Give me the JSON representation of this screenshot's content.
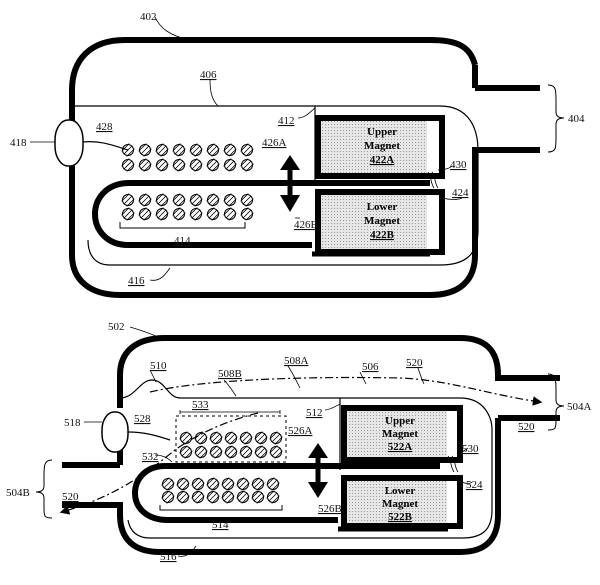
{
  "fig1": {
    "housing_ref": "402",
    "port_ref": "404",
    "channel_ref": "406",
    "plug_ref": "418",
    "coil_ref": "428",
    "wall_ref": "412",
    "arrow_up_ref": "426A",
    "arrow_down_ref": "426B",
    "gap_ref": "430",
    "core_ref": "424",
    "coil_group_ref": "414",
    "base_ref": "416",
    "upper_magnet": {
      "line1": "Upper",
      "line2": "Magnet",
      "ref": "422A"
    },
    "lower_magnet": {
      "line1": "Lower",
      "line2": "Magnet",
      "ref": "422B"
    }
  },
  "fig2": {
    "housing_ref": "502",
    "flap_ref": "510",
    "path_b_ref": "508B",
    "path_a_ref": "508A",
    "channel_ref": "506",
    "flow_ref": "520",
    "flow_ref_right": "520",
    "flow_ref_left": "520",
    "port_a_ref": "504A",
    "port_b_ref": "504B",
    "plug_ref": "518",
    "coil_ref": "528",
    "region_ref": "533",
    "wall_ref": "512",
    "arrow_up_ref": "526A",
    "arrow_down_ref": "526B",
    "gap_ref": "530",
    "core_ref": "524",
    "inlet_ref": "532",
    "coil_group_ref": "514",
    "base_ref": "516",
    "upper_magnet": {
      "line1": "Upper",
      "line2": "Magnet",
      "ref": "522A"
    },
    "lower_magnet": {
      "line1": "Lower",
      "line2": "Magnet",
      "ref": "522B"
    }
  }
}
